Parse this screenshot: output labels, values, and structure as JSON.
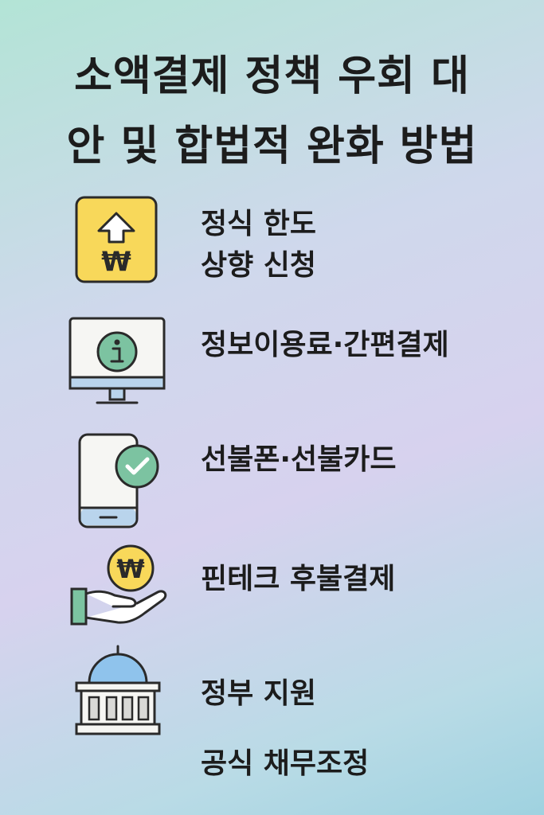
{
  "title": {
    "line1": "소액결제 정책 우회 대",
    "line2": "안 및 합법적 완화 방법"
  },
  "items": [
    {
      "icon": "arrow-up-won-icon",
      "lines": [
        "정식 한도",
        "상향 신청"
      ]
    },
    {
      "icon": "monitor-info-icon",
      "lines": [
        "정보이용료·간편결제"
      ]
    },
    {
      "icon": "phone-check-icon",
      "lines": [
        "선불폰·선불카드"
      ]
    },
    {
      "icon": "hand-coin-icon",
      "lines": [
        "핀테크 후불결제"
      ]
    },
    {
      "icon": "government-building-icon",
      "lines": [
        "정부 지원",
        "공식 채무조정"
      ]
    }
  ],
  "colors": {
    "yellow": "#f8d85a",
    "green": "#7cc3a1",
    "blue": "#8fc3ec",
    "outline": "#2a2a2a"
  }
}
